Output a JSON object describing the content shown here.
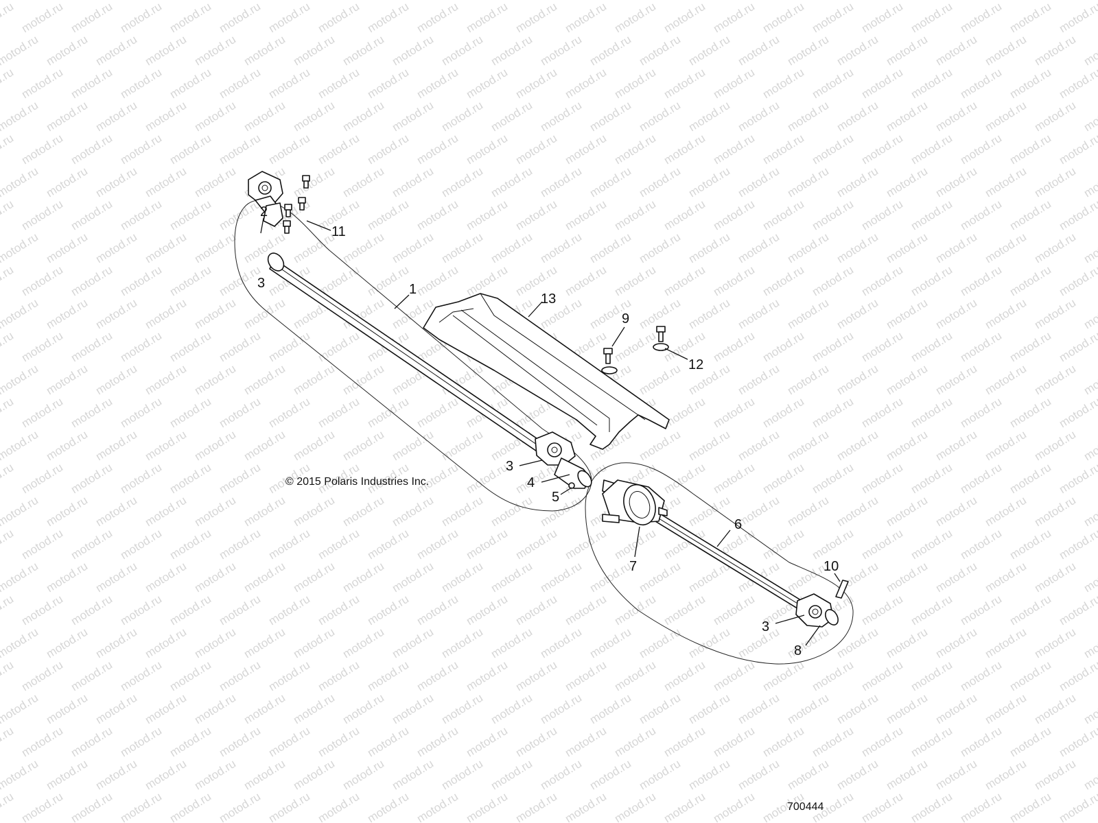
{
  "watermark": {
    "text": "motod.ru",
    "color": "#d6d6d6"
  },
  "copyright": "© 2015 Polaris Industries Inc.",
  "figure_number": "700444",
  "callouts": {
    "c1": "1",
    "c2": "2",
    "c3a": "3",
    "c3b": "3",
    "c3c": "3",
    "c4": "4",
    "c5": "5",
    "c6": "6",
    "c7": "7",
    "c8": "8",
    "c9": "9",
    "c10": "10",
    "c11": "11",
    "c12": "12",
    "c13": "13"
  }
}
